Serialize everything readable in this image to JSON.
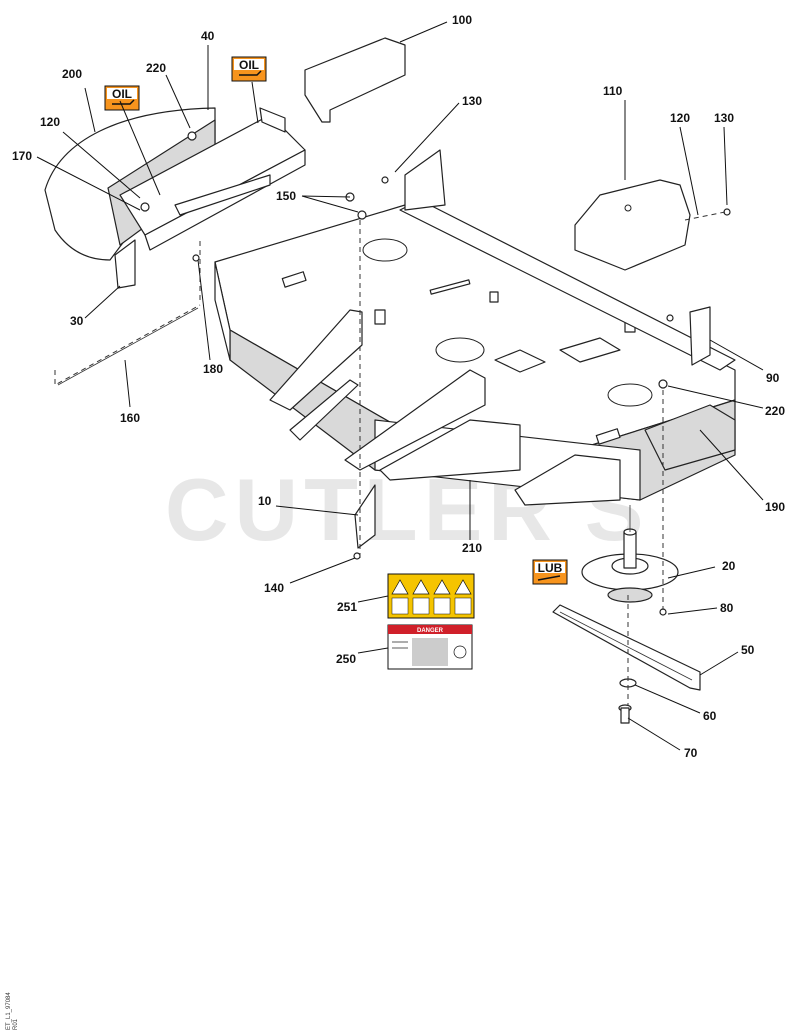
{
  "watermark": "CUTLER'S",
  "badges": {
    "oil_left": "OIL",
    "oil_right": "OIL",
    "lub": "LUB"
  },
  "decal": {
    "danger_title": "DANGER"
  },
  "drawing_code": "ET_L1_97084",
  "drawing_code_sub": "R01",
  "callouts": {
    "c10": "10",
    "c20": "20",
    "c30": "30",
    "c40": "40",
    "c50": "50",
    "c60": "60",
    "c70": "70",
    "c80": "80",
    "c90": "90",
    "c100": "100",
    "c110": "110",
    "c120a": "120",
    "c120b": "120",
    "c130a": "130",
    "c130b": "130",
    "c140": "140",
    "c150": "150",
    "c160": "160",
    "c170": "170",
    "c180": "180",
    "c190": "190",
    "c200": "200",
    "c210": "210",
    "c220a": "220",
    "c220b": "220",
    "c250": "250",
    "c251": "251"
  },
  "colors": {
    "badge_orange": "#f7941d",
    "decal_yellow": "#f5c400",
    "danger_red": "#d0202a",
    "watermark_grey": "#d4d4d4"
  }
}
